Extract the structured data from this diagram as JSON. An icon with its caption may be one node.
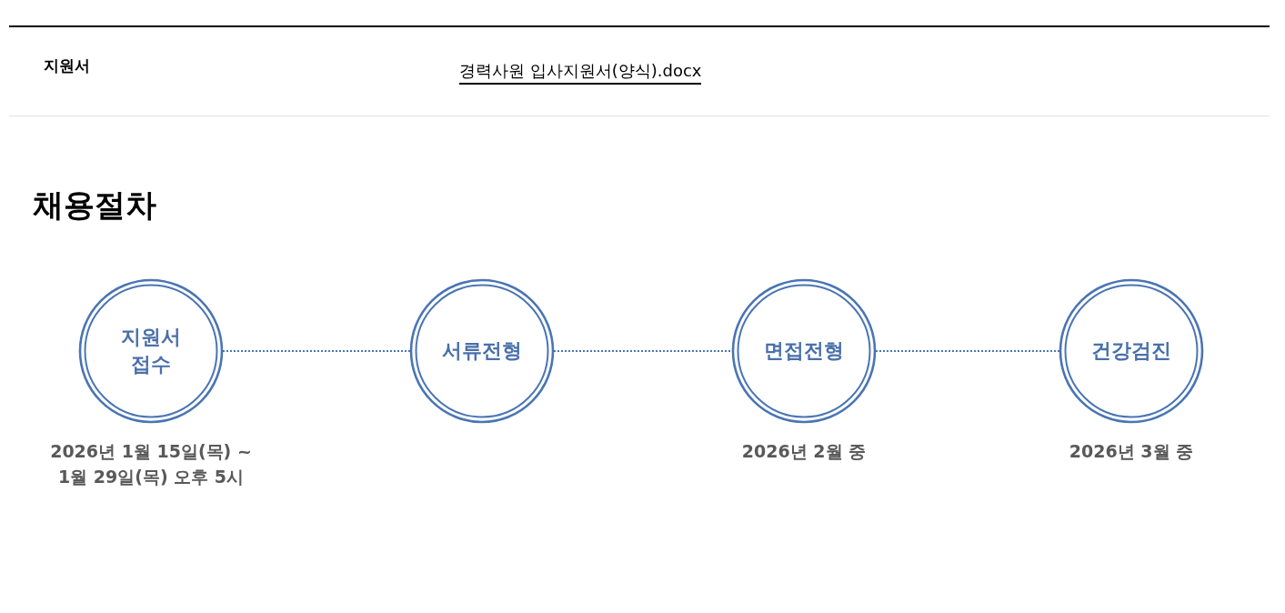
{
  "diagram": {
    "title": "채용절차",
    "nodes": [
      {
        "text": [
          "지원서 접수"
        ],
        "beside": [
          "2026년 1월 15일(목) ~ 1월 29일(목) 오후 5시"
        ]
      },
      {
        "text": [
          "서류전형"
        ]
      },
      {
        "text": [
          "면접전형"
        ],
        "beside": [
          "2026년 2월 중"
        ]
      },
      {
        "text": [
          "건강검진"
        ],
        "beside": [
          "2026년 3월 중"
        ]
      }
    ],
    "edges": [
      {
        "from": 0,
        "to": 1,
        "arrow": "none",
        "style": "dashed"
      },
      {
        "from": 1,
        "to": 2,
        "arrow": "none",
        "style": "dashed"
      },
      {
        "from": 2,
        "to": 3,
        "arrow": "none",
        "style": "dashed"
      }
    ],
    "labels": [
      "지원서",
      "경력사원 입사지원서(양식).docx"
    ]
  }
}
